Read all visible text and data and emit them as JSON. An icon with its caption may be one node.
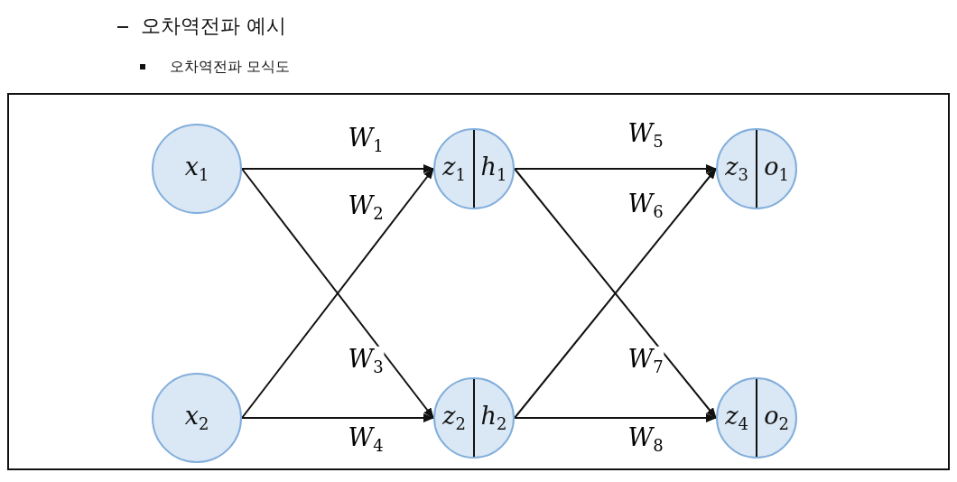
{
  "diagram": {
    "title": "오차역전파 예시",
    "nodes": [
      {
        "text": [
          "*x*$_{1}$"
        ]
      },
      {
        "text": [
          "*x*$_{2}$"
        ]
      },
      {
        "text": [
          "*z*$_{1}$",
          "*h*$_{1}$"
        ]
      },
      {
        "text": [
          "*z*$_{2}$",
          "*h*$_{2}$"
        ]
      },
      {
        "text": [
          "*z*$_{3}$",
          "*o*$_{1}$"
        ]
      },
      {
        "text": [
          "*z*$_{4}$",
          "*o*$_{2}$"
        ]
      }
    ],
    "edges": [
      {
        "from": 0,
        "to": 2,
        "arrow": "to",
        "label": "*W*$_{1}$"
      },
      {
        "from": 1,
        "to": 2,
        "arrow": "to",
        "label": "*W*$_{2}$"
      },
      {
        "from": 0,
        "to": 3,
        "arrow": "to",
        "label": "*W*$_{3}$"
      },
      {
        "from": 1,
        "to": 3,
        "arrow": "to",
        "label": "*W*$_{4}$"
      },
      {
        "from": 2,
        "to": 4,
        "arrow": "to",
        "label": "*W*$_{5}$"
      },
      {
        "from": 3,
        "to": 4,
        "arrow": "to",
        "label": "*W*$_{6}$"
      },
      {
        "from": 2,
        "to": 5,
        "arrow": "to",
        "label": "*W*$_{7}$"
      },
      {
        "from": 3,
        "to": 5,
        "arrow": "to",
        "label": "*W*$_{8}$"
      }
    ],
    "labels": [
      "오차역전파 모식도"
    ]
  }
}
